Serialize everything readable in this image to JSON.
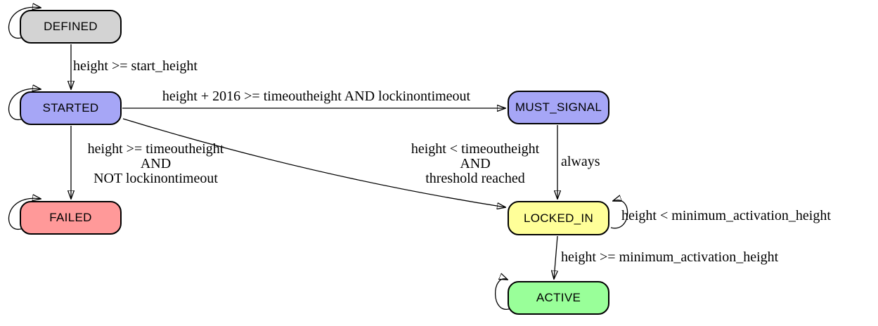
{
  "diagram": {
    "type": "state-machine",
    "background": "#ffffff",
    "edge_color": "#000000",
    "nodes": [
      {
        "id": "DEFINED",
        "label": "DEFINED",
        "fill": "#d3d3d3",
        "self_loop": "left"
      },
      {
        "id": "STARTED",
        "label": "STARTED",
        "fill": "#a6a6f6",
        "self_loop": "left"
      },
      {
        "id": "FAILED",
        "label": "FAILED",
        "fill": "#ff9999",
        "self_loop": "left"
      },
      {
        "id": "MUST_SIGNAL",
        "label": "MUST_SIGNAL",
        "fill": "#a6a6f6",
        "self_loop": "none"
      },
      {
        "id": "LOCKED_IN",
        "label": "LOCKED_IN",
        "fill": "#ffff99",
        "self_loop": "right"
      },
      {
        "id": "ACTIVE",
        "label": "ACTIVE",
        "fill": "#99ff99",
        "self_loop": "left"
      }
    ],
    "edges": [
      {
        "from": "DEFINED",
        "to": "STARTED",
        "label": "height >= start_height"
      },
      {
        "from": "STARTED",
        "to": "MUST_SIGNAL",
        "label": "height + 2016 >= timeoutheight AND lockinontimeout"
      },
      {
        "from": "STARTED",
        "to": "FAILED",
        "lines": [
          "height >= timeoutheight",
          "AND",
          "NOT lockinontimeout"
        ]
      },
      {
        "from": "STARTED",
        "to": "LOCKED_IN",
        "lines": [
          "height < timeoutheight",
          "AND",
          "threshold reached"
        ]
      },
      {
        "from": "MUST_SIGNAL",
        "to": "LOCKED_IN",
        "label": "always"
      },
      {
        "from": "LOCKED_IN",
        "to": "LOCKED_IN",
        "label": "height < minimum_activation_height"
      },
      {
        "from": "LOCKED_IN",
        "to": "ACTIVE",
        "label": "height >= minimum_activation_height"
      },
      {
        "from": "DEFINED",
        "to": "DEFINED",
        "label": ""
      },
      {
        "from": "STARTED",
        "to": "STARTED",
        "label": ""
      },
      {
        "from": "FAILED",
        "to": "FAILED",
        "label": ""
      },
      {
        "from": "ACTIVE",
        "to": "ACTIVE",
        "label": ""
      }
    ]
  }
}
